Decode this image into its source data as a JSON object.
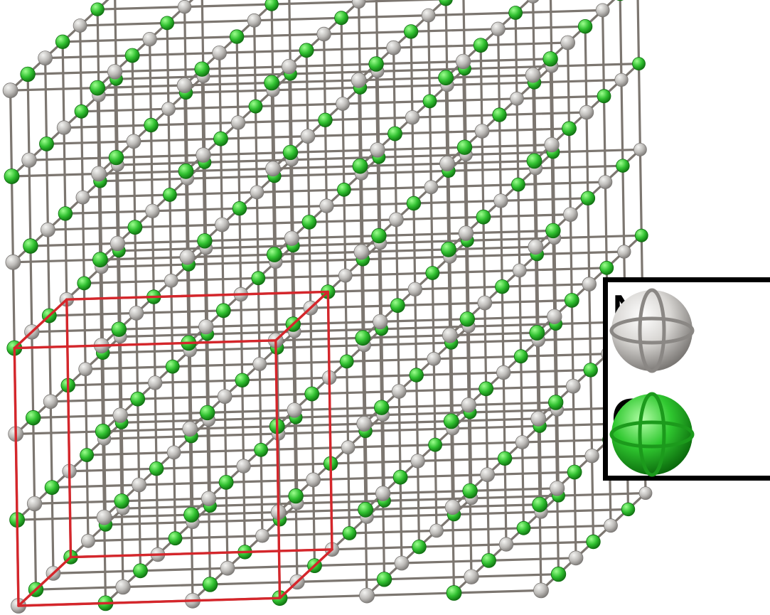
{
  "legend": {
    "entries": [
      {
        "element": "Na",
        "label": "Na",
        "color": "#bdbbb8",
        "highlight": "#f4f4f2",
        "shade": "#7a7774"
      },
      {
        "element": "Cl",
        "label": "Cl",
        "color": "#2fbf2f",
        "highlight": "#9dff8f",
        "shade": "#0f6d10"
      }
    ]
  },
  "colors": {
    "bond": "#7c7670",
    "unit_cell": "#d5262b",
    "legend_border": "#000000"
  },
  "lattice": {
    "sites_per_edge": 7,
    "unit_cell_highlighted": true
  }
}
